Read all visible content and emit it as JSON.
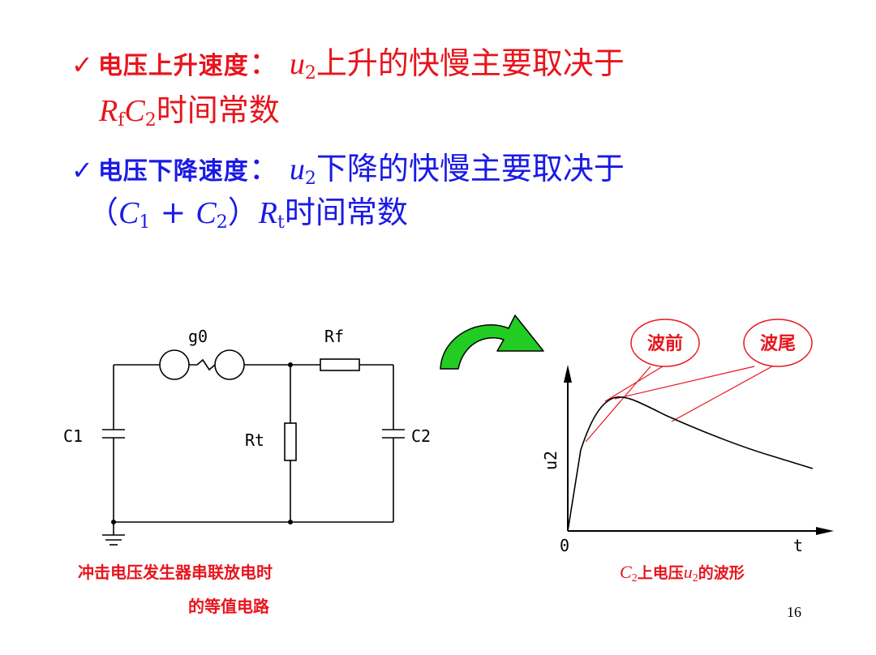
{
  "bullets": {
    "rise": {
      "label": "电压上升速度",
      "colon": "：",
      "var": "u",
      "var_sub": "2",
      "text": "上升的快慢主要取决于",
      "line2_r": "R",
      "line2_r_sub": "f",
      "line2_c": "C",
      "line2_c_sub": "2",
      "line2_text": "时间常数"
    },
    "fall": {
      "label": "电压下降速度",
      "colon": "：",
      "var": "u",
      "var_sub": "2",
      "text": "下降的快慢主要取决于",
      "paren_open": "（",
      "c1": "C",
      "c1_sub": "1",
      "plus": " + ",
      "c2": "C",
      "c2_sub": "2",
      "paren_close": "）",
      "r": "R",
      "r_sub": "t",
      "line2_text": "时间常数"
    }
  },
  "circuit": {
    "labels": {
      "g0": "g0",
      "rf": "Rf",
      "rt": "Rt",
      "c1": "C1",
      "c2": "C2"
    },
    "caption_line1": "冲击电压发生器串联放电时",
    "caption_line2": "的等值电路"
  },
  "waveform": {
    "axis_y": "u2",
    "axis_x": "t",
    "origin": "0",
    "callout_front": "波前",
    "callout_tail": "波尾",
    "caption_c": "C",
    "caption_c_sub": "2",
    "caption_mid": "上电压",
    "caption_u": "u",
    "caption_u_sub": "2",
    "caption_end": "的波形"
  },
  "colors": {
    "red": "#e8141c",
    "blue": "#1a1ae6",
    "arrow_green": "#22cc22"
  },
  "page_number": "16"
}
